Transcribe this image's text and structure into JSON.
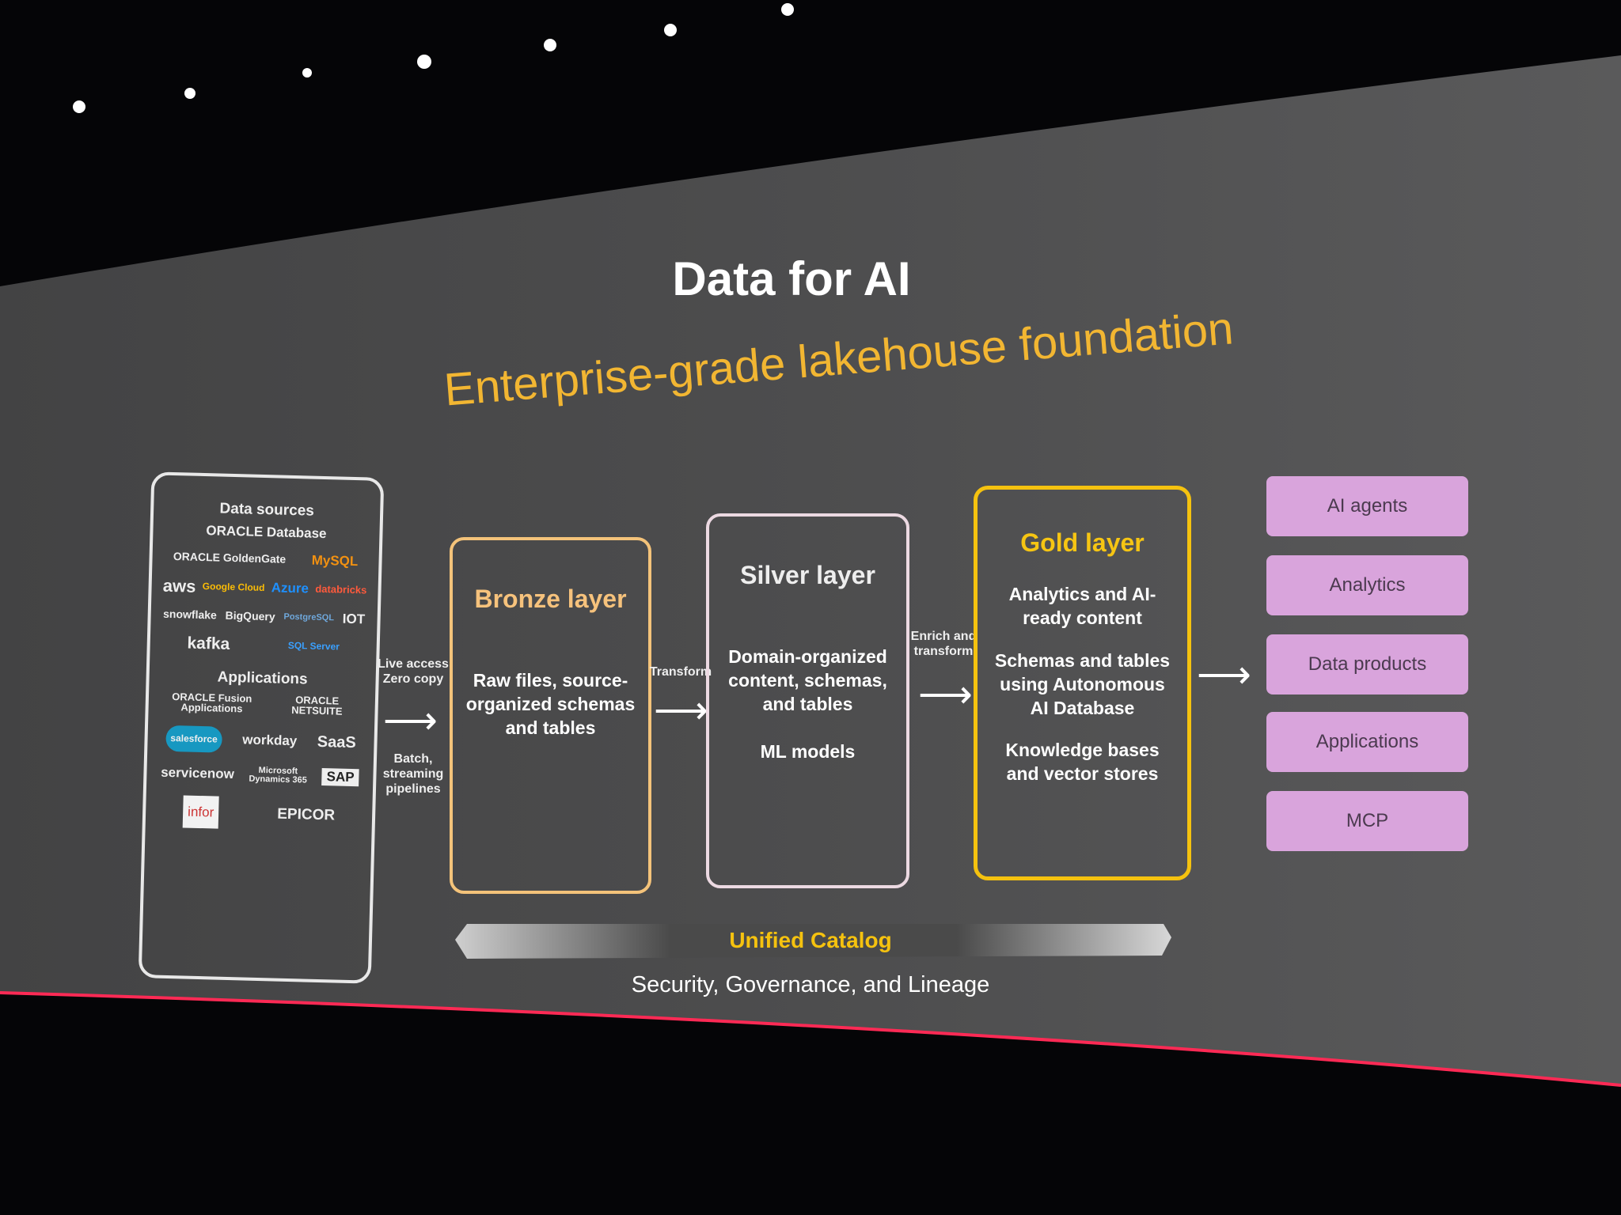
{
  "slide": {
    "title": "Data for AI",
    "subtitle": "Enterprise-grade lakehouse foundation"
  },
  "data_sources": {
    "heading": "Data sources",
    "logos": [
      "ORACLE Database",
      "ORACLE GoldenGate",
      "MySQL",
      "aws",
      "Google Cloud",
      "Azure",
      "databricks",
      "snowflake",
      "BigQuery",
      "PostgreSQL",
      "IOT",
      "kafka",
      "SQL Server"
    ],
    "applications_heading": "Applications",
    "apps": [
      "ORACLE Fusion Applications",
      "ORACLE NETSUITE",
      "salesforce",
      "workday",
      "SaaS",
      "servicenow",
      "Microsoft Dynamics 365",
      "SAP",
      "infor",
      "EPICOR"
    ]
  },
  "flows": {
    "ingest_top": "Live access Zero copy",
    "ingest_bottom": "Batch, streaming pipelines",
    "bronze_to_silver": "Transform",
    "silver_to_gold": "Enrich and transform"
  },
  "layers": {
    "bronze": {
      "title": "Bronze layer",
      "items": [
        "Raw files, source-organized schemas and tables"
      ]
    },
    "silver": {
      "title": "Silver layer",
      "items": [
        "Domain-organized content, schemas, and tables",
        "ML models"
      ]
    },
    "gold": {
      "title": "Gold layer",
      "items": [
        "Analytics and AI-ready content",
        "Schemas and tables using Autonomous AI Database",
        "Knowledge bases and vector stores"
      ]
    }
  },
  "outputs": [
    "AI agents",
    "Analytics",
    "Data products",
    "Applications",
    "MCP"
  ],
  "catalog": {
    "label": "Unified Catalog",
    "caption": "Security, Governance, and Lineage"
  },
  "colors": {
    "bronze": "#f4c37a",
    "gold": "#f5c20f",
    "subtitle": "#f2b632",
    "output": "#d9a4dc",
    "screen": "#4a4a4b"
  }
}
